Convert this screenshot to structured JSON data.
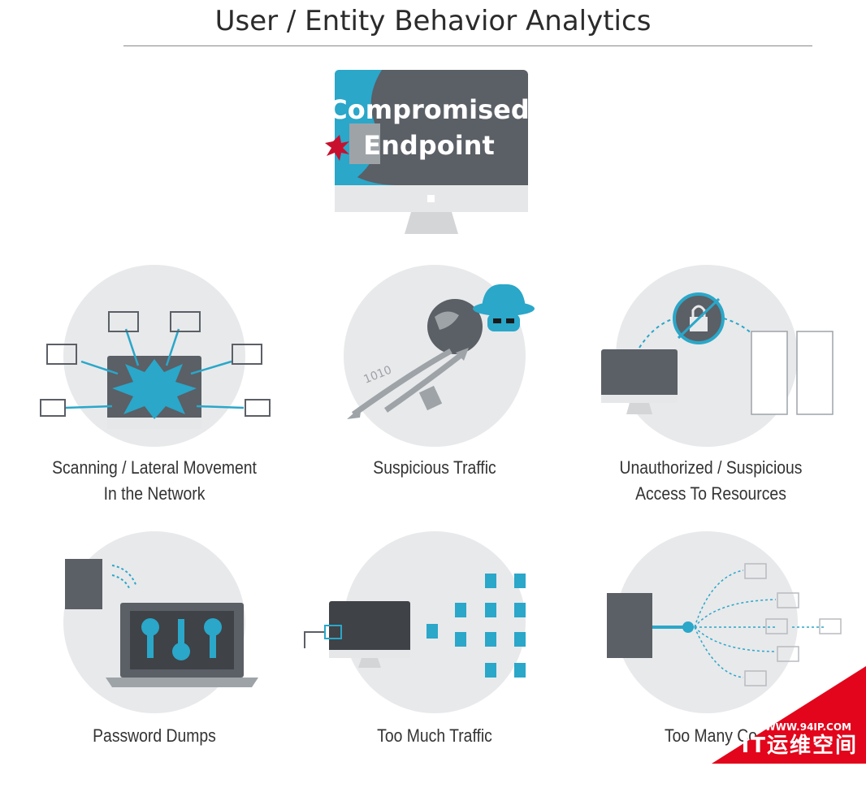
{
  "title": "User / Entity Behavior Analytics",
  "hero": {
    "line1": "Compromised",
    "line2": "Endpoint"
  },
  "items": [
    {
      "line1": "Scanning / Lateral Movement",
      "line2": "In the Network"
    },
    {
      "line1": "Suspicious Traffic",
      "line2": ""
    },
    {
      "line1": "Unauthorized / Suspicious",
      "line2": "Access To Resources"
    },
    {
      "line1": "Password  Dumps",
      "line2": ""
    },
    {
      "line1": "Too Much Traffic",
      "line2": ""
    },
    {
      "line1": "Too Many Co",
      "line2": ""
    }
  ],
  "traffic_binary": "1010",
  "watermark": {
    "url": "WWW.94IP.COM",
    "name": "IT运维空间"
  },
  "colors": {
    "accent": "#2aa7c9",
    "dark": "#5b5f66",
    "circle": "#e8e9eb",
    "alert": "#c8102e",
    "watermark": "#e3051b"
  }
}
